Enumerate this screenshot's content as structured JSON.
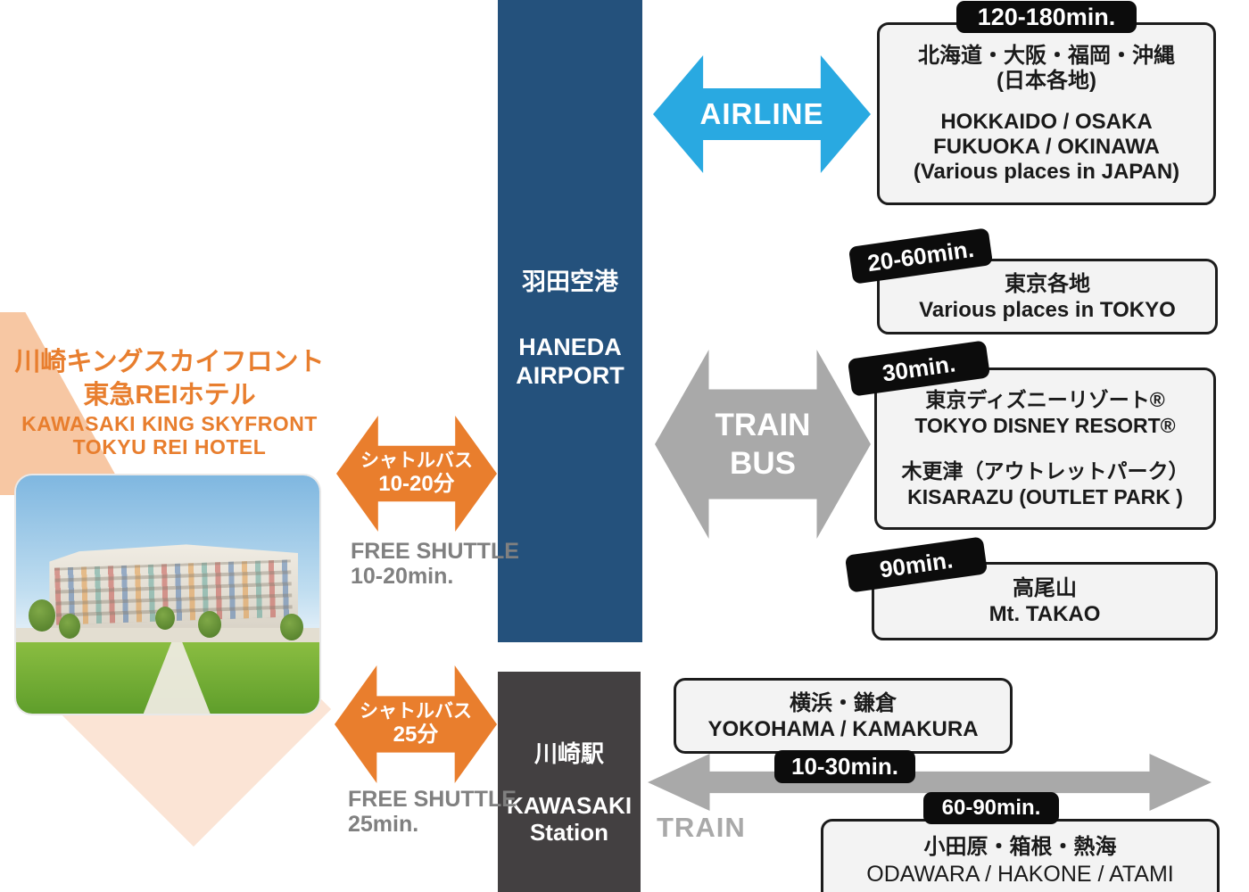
{
  "hotel": {
    "name_jp_line1": "川崎キングスカイフロント",
    "name_jp_line2": "東急REIホテル",
    "name_en_line1": "KAWASAKI KING SKYFRONT",
    "name_en_line2": "TOKYU REI HOTEL"
  },
  "nodes": {
    "haneda": {
      "jp": "羽田空港",
      "en_line1": "HANEDA",
      "en_line2": "AIRPORT"
    },
    "kawasaki": {
      "jp": "川崎駅",
      "en_line1": "KAWASAKI",
      "en_line2": "Station"
    }
  },
  "arrows": {
    "airline": {
      "label": "AIRLINE"
    },
    "train_bus": {
      "line1": "TRAIN",
      "line2": "BUS"
    },
    "shuttle_haneda": {
      "line1": "シャトルバス",
      "line2": "10-20分"
    },
    "shuttle_kawasaki": {
      "line1": "シャトルバス",
      "line2": "25分"
    },
    "train": {
      "label": "TRAIN"
    }
  },
  "captions": {
    "shuttle_haneda_line1": "FREE SHUTTLE",
    "shuttle_haneda_line2": "10-20min.",
    "shuttle_kawasaki_line1": "FREE SHUTTLE",
    "shuttle_kawasaki_line2": "25min."
  },
  "badges": {
    "airline": "120-180min.",
    "tokyo": "20-60min.",
    "disney": "30min.",
    "takao": "90min.",
    "yokohama": "10-30min.",
    "odawara": "60-90min."
  },
  "destinations": {
    "japan": {
      "jp_line1": "北海道・大阪・福岡・沖縄",
      "jp_line2": "(日本各地)",
      "en_line1": "HOKKAIDO / OSAKA",
      "en_line2": "FUKUOKA / OKINAWA",
      "en_line3": "(Various places in JAPAN)"
    },
    "tokyo": {
      "jp": "東京各地",
      "en": "Various places in TOKYO"
    },
    "disney": {
      "jp_line1": "東京ディズニーリゾート®",
      "en_line1": "TOKYO DISNEY RESORT®",
      "jp_line2": "木更津（アウトレットパーク）",
      "en_line2": "KISARAZU (OUTLET PARK )"
    },
    "takao": {
      "jp": "高尾山",
      "en": "Mt. TAKAO"
    },
    "yokohama": {
      "jp": "横浜・鎌倉",
      "en": "YOKOHAMA / KAMAKURA"
    },
    "odawara": {
      "jp": "小田原・箱根・熱海",
      "en": "ODAWARA / HAKONE / ATAMI"
    }
  },
  "colors": {
    "haneda_bar": "#24517C",
    "kawasaki_bar": "#434041",
    "airline_arrow": "#29A9E1",
    "train_bus_arrow": "#A9A9A9",
    "shuttle_arrow": "#E97E2D",
    "hotel_text": "#E87E2E",
    "badge_bg": "#0C0C0C",
    "box_bg": "#F3F3F3"
  }
}
